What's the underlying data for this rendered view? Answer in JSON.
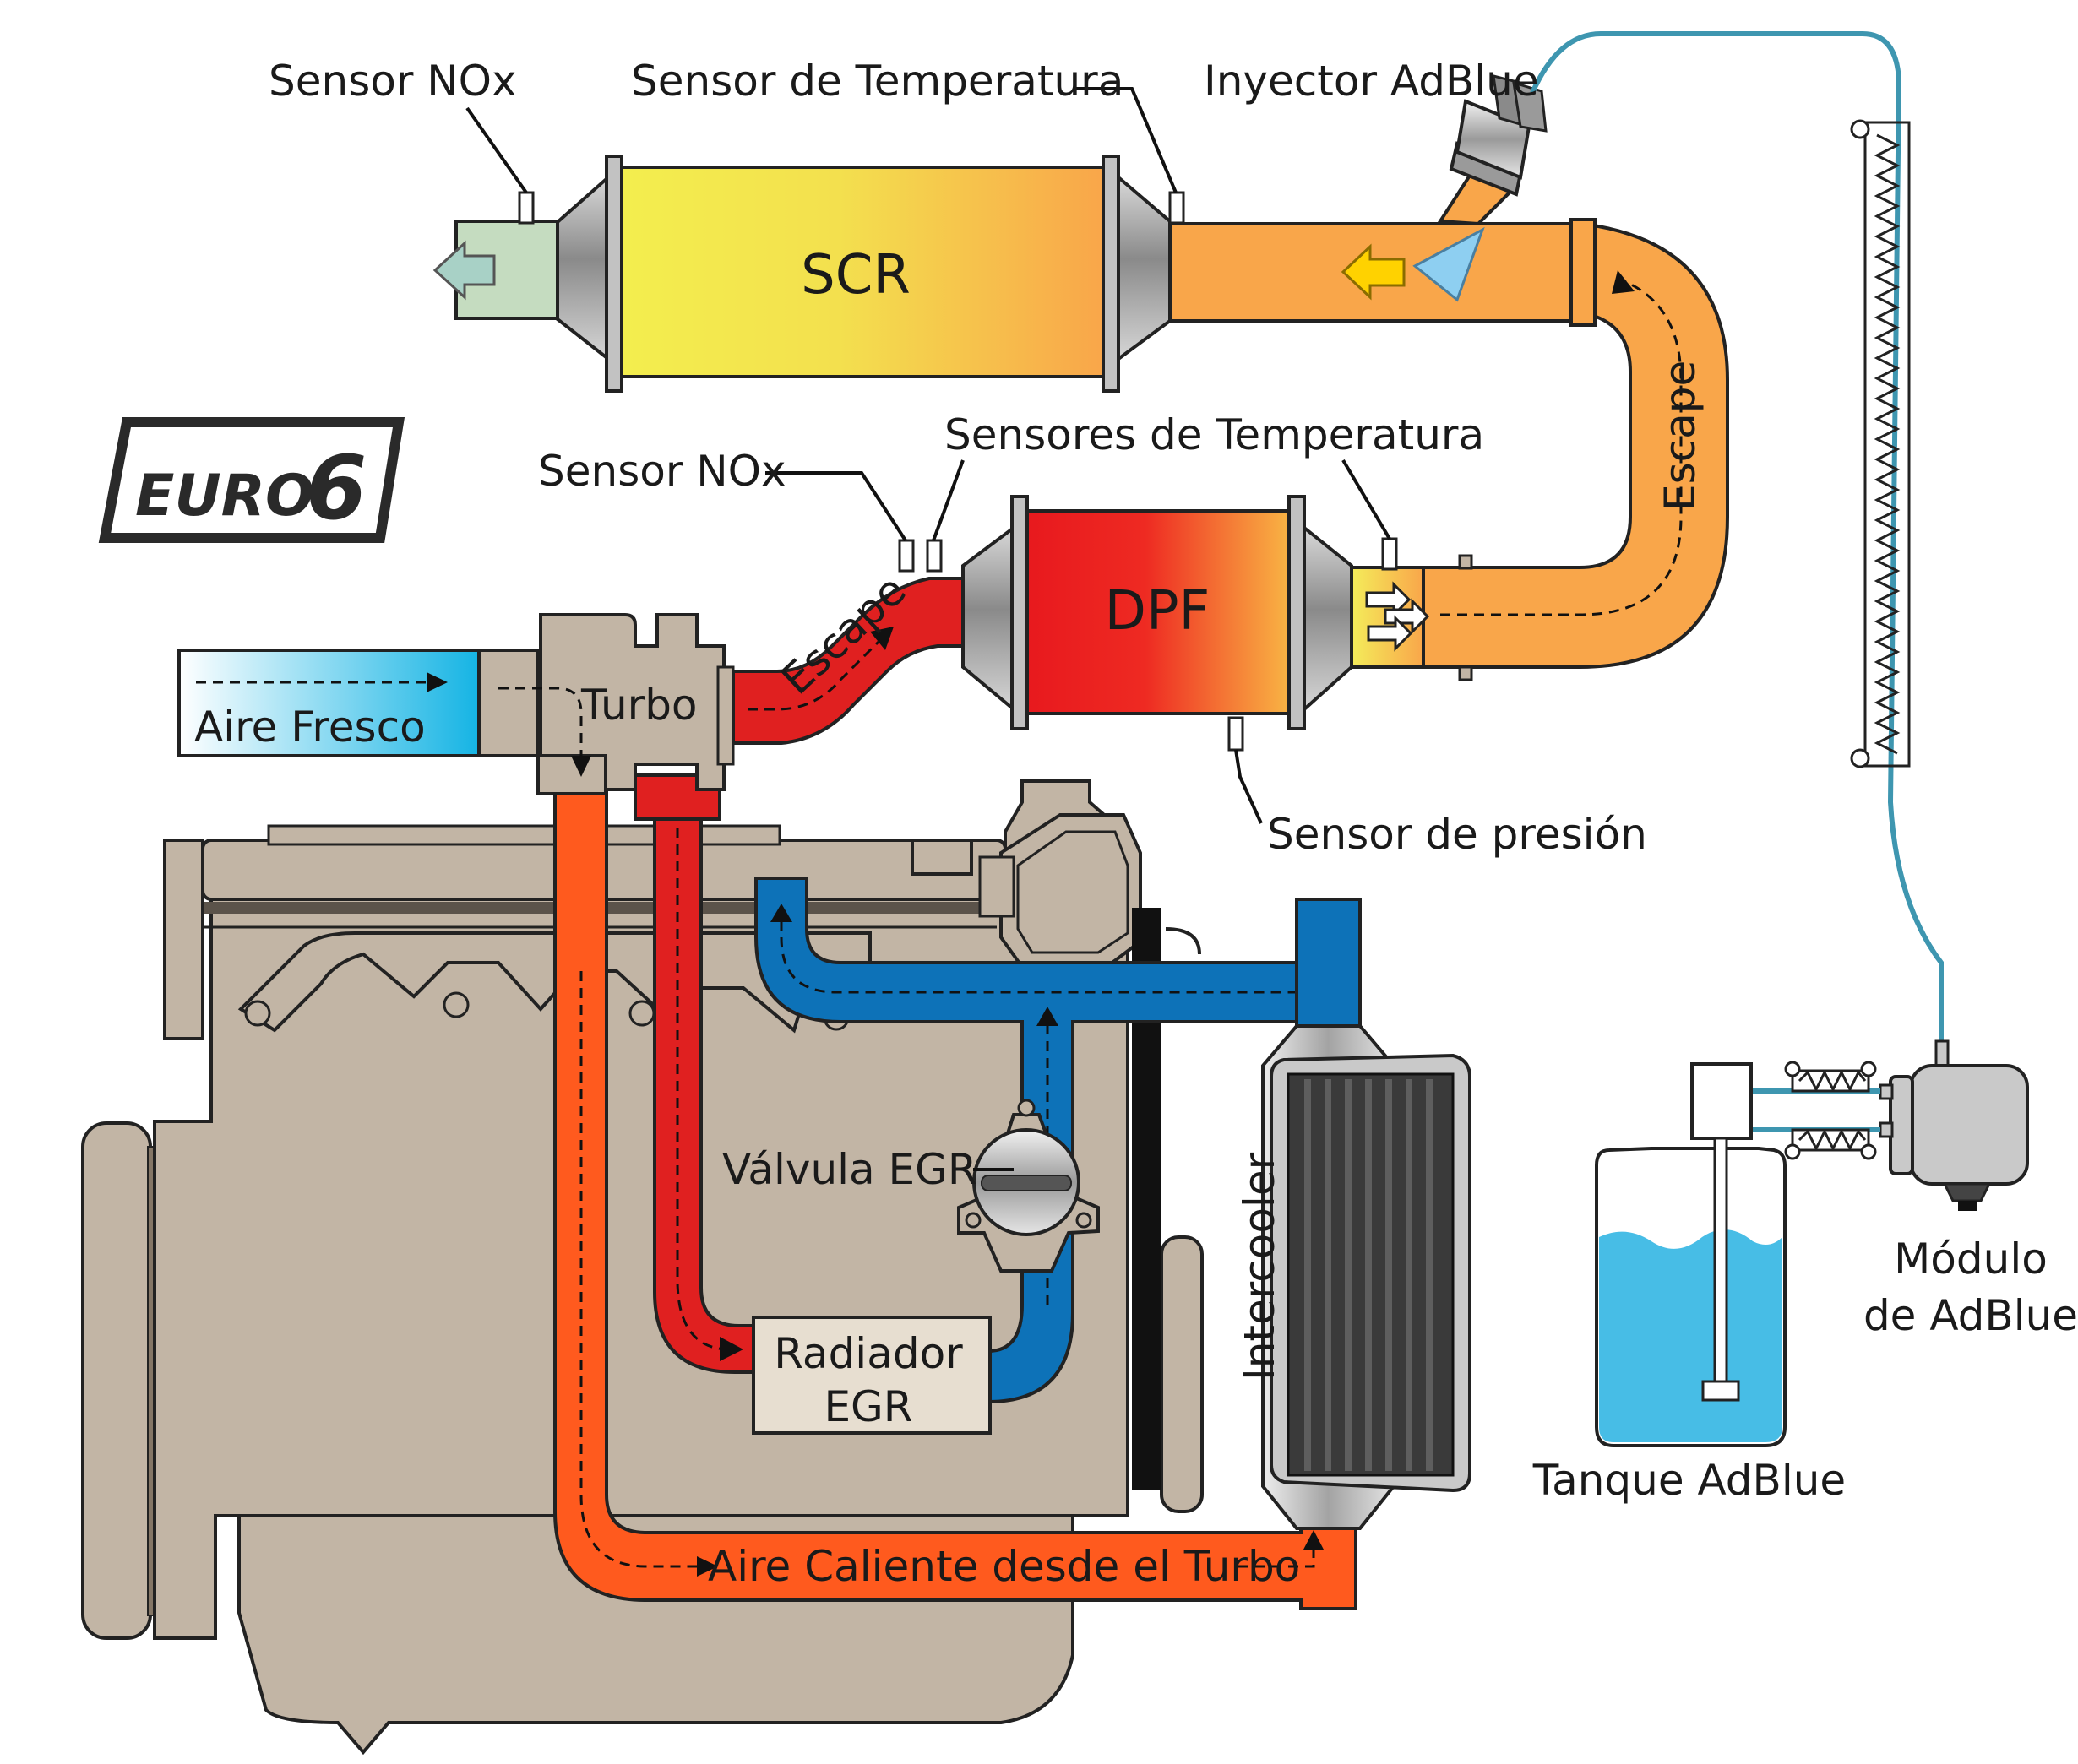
{
  "labels": {
    "sensor_nox_top": "Sensor NOx",
    "sensor_temp_top": "Sensor de Temperatura",
    "adblue_injector": "Inyector AdBlue",
    "scr": "SCR",
    "euro6_text": "EURO",
    "euro6_num": "6",
    "sensor_nox_mid": "Sensor NOx",
    "temp_sensors_mid": "Sensores de Temperatura",
    "dpf": "DPF",
    "exhaust_mid": "Escape",
    "exhaust_right": "Escape",
    "fresh_air": "Aire Fresco",
    "turbo": "Turbo",
    "pressure_sensor": "Sensor de presión",
    "egr_valve": "Válvula EGR",
    "egr_radiator_1": "Radiador",
    "egr_radiator_2": "EGR",
    "intercooler": "Intercooler",
    "hot_air": "Aire Caliente desde el Turbo",
    "adblue_module_1": "Módulo",
    "adblue_module_2": "de AdBlue",
    "adblue_tank": "Tanque AdBlue"
  },
  "colors": {
    "engine": "#c2b5a5",
    "engine_outline": "#222222",
    "exhaust_red": "#e02020",
    "hot_air": "#ff5a1e",
    "coolant_blue": "#0d72b8",
    "exhaust_orange": "#f9a64a",
    "fresh_air_start": "#ffffff",
    "fresh_air_end": "#15b4e4",
    "scr_start": "#f3ee4e",
    "scr_end": "#f9a64a",
    "dpf_start": "#e8191e",
    "dpf_end": "#f9b444",
    "scr_outlet": "#c5dcc0",
    "adblue_liquid": "#47bde6",
    "adblue_line": "#3e96b0",
    "metal": "#aaaaaa"
  }
}
